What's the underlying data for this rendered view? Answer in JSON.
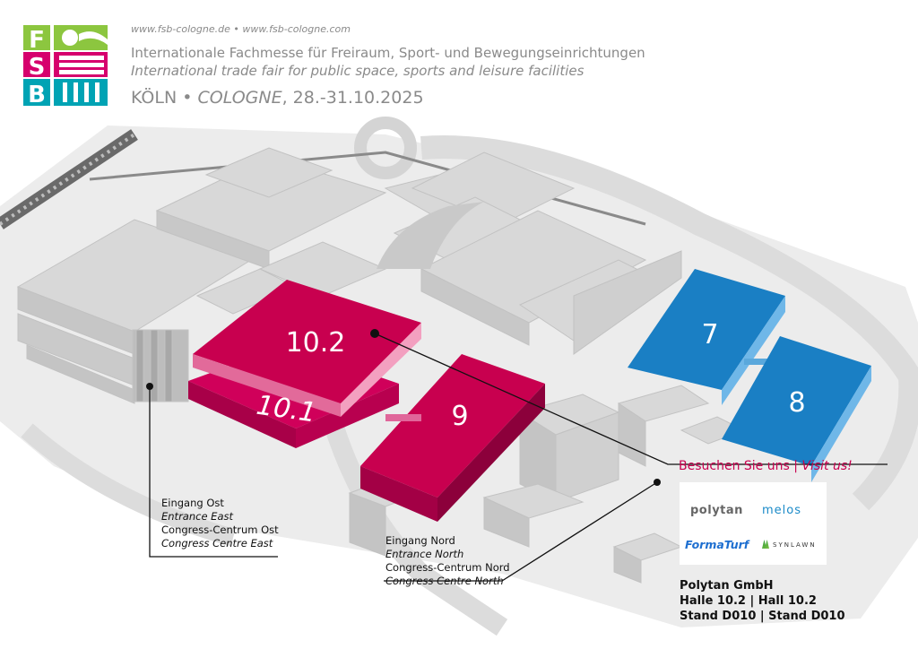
{
  "header": {
    "urls": "www.fsb-cologne.de • www.fsb-cologne.com",
    "title_de": "Internationale Fachmesse für Freiraum, Sport- und Bewegungseinrichtungen",
    "title_en": "International trade fair for public space, sports and leisure facilities",
    "city_de": "KÖLN •",
    "city_en": "COLOGNE",
    "dates": ", 28.-31.10.2025"
  },
  "logo": {
    "letters": [
      "F",
      "S",
      "B"
    ],
    "colors": {
      "green": "#8cc63f",
      "pink": "#d6006d",
      "teal": "#00a3b4"
    }
  },
  "halls": {
    "h10_2": "10.2",
    "h10_1": "10.1",
    "h9": "9",
    "h7": "7",
    "h8": "8"
  },
  "entrances": {
    "east": {
      "line1": "Eingang Ost",
      "line2": "Entrance East",
      "line3": "Congress-Centrum Ost",
      "line4": "Congress Centre East"
    },
    "north": {
      "line1": "Eingang Nord",
      "line2": "Entrance North",
      "line3": "Congress-Centrum Nord",
      "line4": "Congress Centre North"
    }
  },
  "visit": {
    "de": "Besuchen Sie uns",
    "sep": "|",
    "en": "Visit us!"
  },
  "brands": {
    "polytan": "polytan",
    "melos": "melos",
    "formaturf": "FormaTurf",
    "synlawn": "SYNLAWN"
  },
  "company": {
    "name": "Polytan GmbH",
    "hall": "Halle 10.2 | Hall 10.2",
    "stand": "Stand D010 | Stand D010"
  },
  "colors": {
    "highlight": "#c8004f",
    "blue": "#1a7fc4",
    "building": "#d4d4d4",
    "road": "#e8e8e8"
  }
}
